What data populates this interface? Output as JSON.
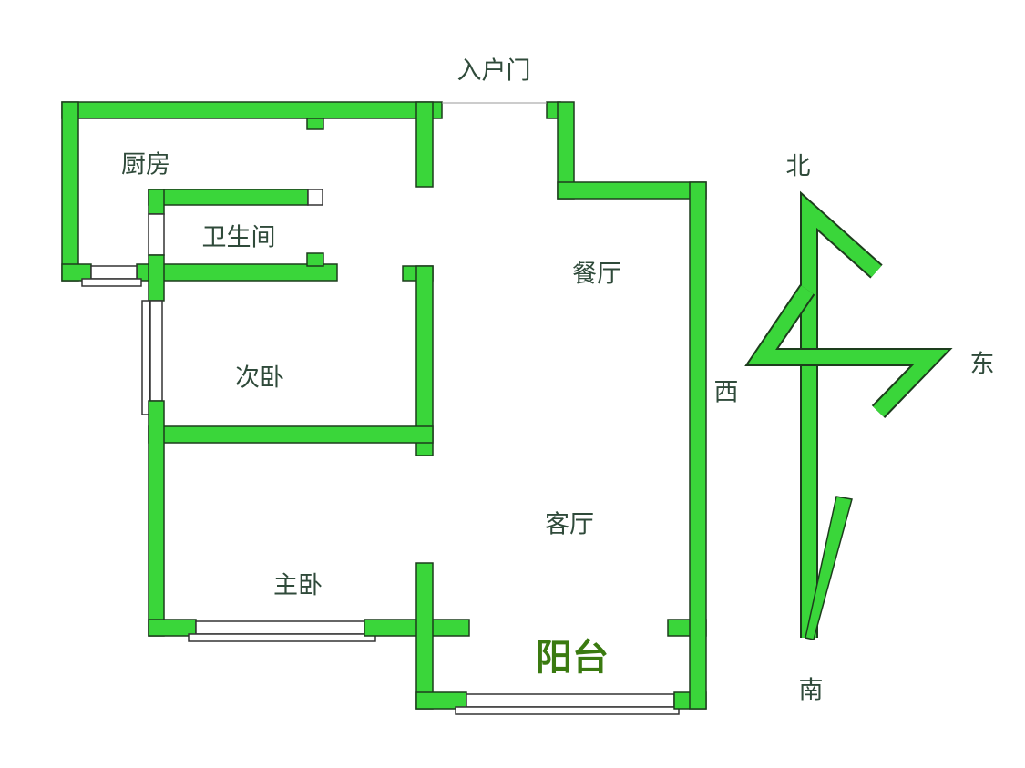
{
  "rooms": {
    "entrance": "入户门",
    "kitchen": "厨房",
    "bathroom": "卫生间",
    "dining": "餐厅",
    "second_bedroom": "次卧",
    "living": "客厅",
    "master_bedroom": "主卧",
    "balcony": "阳台"
  },
  "compass": {
    "north": "北",
    "south": "南",
    "east": "东",
    "west": "西"
  },
  "colors": {
    "wall": "#3ad63a",
    "text": "#2f4a3a",
    "balcony_text": "#3a7a10"
  }
}
